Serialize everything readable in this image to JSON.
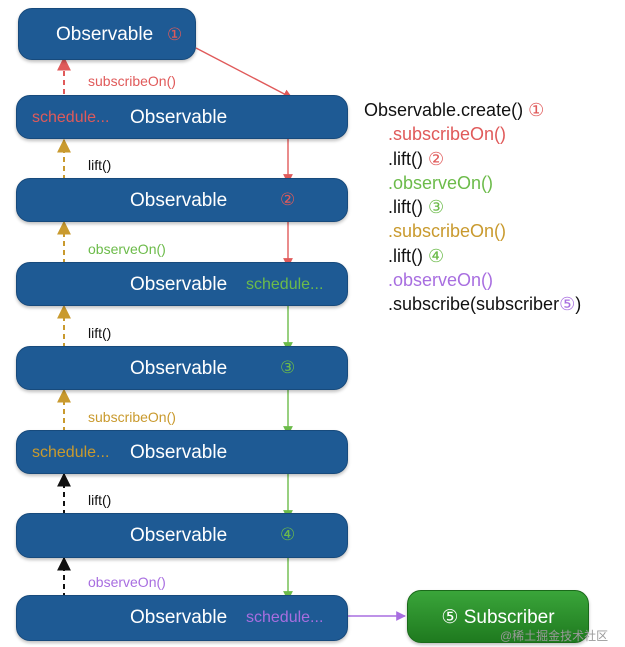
{
  "colors": {
    "node_fill": "#1e5a94",
    "red": "#e05a5a",
    "green": "#6cbb4a",
    "gold": "#c99a2e",
    "purple": "#a86ee0",
    "black": "#111111",
    "subscriber_fill": "#2e952e"
  },
  "nodes": [
    {
      "title": "Observable",
      "marker": "①"
    },
    {
      "title": "Observable",
      "scheduler": "schedule..."
    },
    {
      "title": "Observable",
      "marker": "②"
    },
    {
      "title": "Observable",
      "scheduler": "schedule..."
    },
    {
      "title": "Observable",
      "marker": "③"
    },
    {
      "title": "Observable",
      "scheduler": "schedule..."
    },
    {
      "title": "Observable",
      "marker": "④"
    },
    {
      "title": "Observable",
      "scheduler": "schedule..."
    }
  ],
  "subscriber": {
    "label": "⑤ Subscriber"
  },
  "labels": {
    "subscribeOn_1": "subscribeOn()",
    "lift_1": "lift()",
    "observeOn_1": "observeOn()",
    "lift_2": "lift()",
    "subscribeOn_2": "subscribeOn()",
    "lift_3": "lift()",
    "observeOn_2": "observeOn()"
  },
  "code": {
    "l1": "Observable.create()",
    "l1_mark": "①",
    "l2": ".subscribeOn()",
    "l3": ".lift()",
    "l3_mark": "②",
    "l4": ".observeOn()",
    "l5": ".lift()",
    "l5_mark": "③",
    "l6": ".subscribeOn()",
    "l7": ".lift()",
    "l7_mark": "④",
    "l8": ".observeOn()",
    "l9a": ".subscribe(subscriber",
    "l9_mark": "⑤",
    "l9b": ")"
  },
  "watermark": "@稀土掘金技术社区"
}
